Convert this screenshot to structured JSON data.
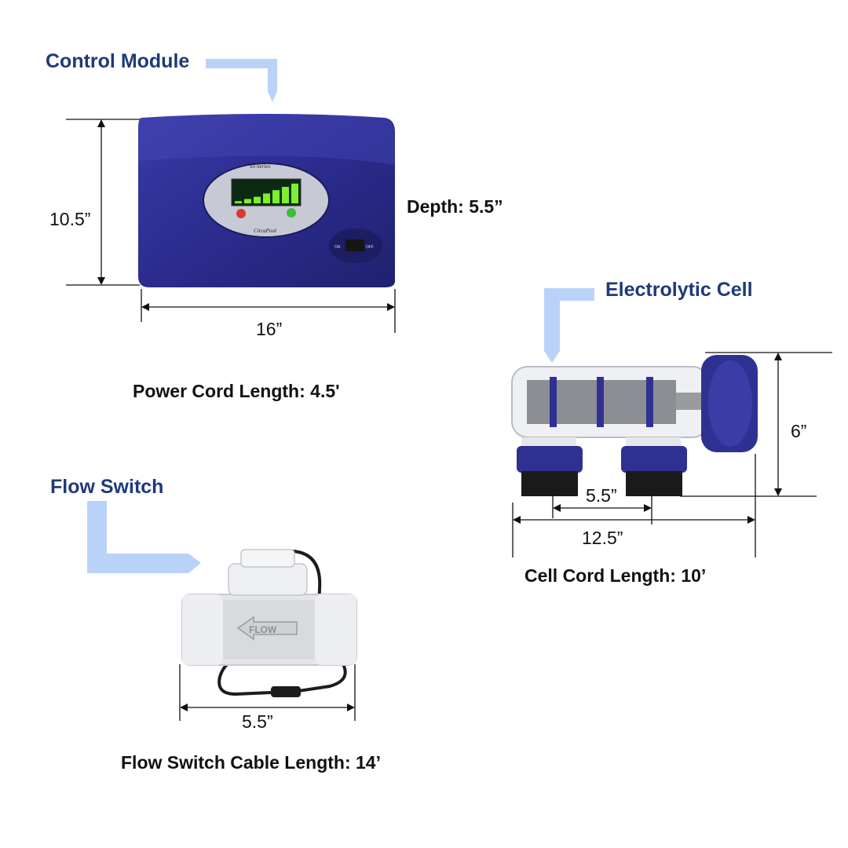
{
  "control_module": {
    "title": "Control Module",
    "height_label": "10.5”",
    "width_label": "16”",
    "depth_label": "Depth: 5.5”",
    "cord_label": "Power Cord Length: 4.5'",
    "display": {
      "series_text": "SJ-Series",
      "brand": "CircuPool",
      "on_text": "ON",
      "off_text": "OFF"
    },
    "bar_levels": [
      0.1,
      0.2,
      0.3,
      0.45,
      0.6,
      0.75,
      0.9
    ],
    "colors": {
      "body": "#2b2c8e",
      "title": "#1f3a78",
      "arrow": "#b9d3f8"
    }
  },
  "electrolytic_cell": {
    "title": "Electrolytic Cell",
    "height_label": "6”",
    "port_spacing_label": "5.5”",
    "length_label": "12.5”",
    "cord_label": "Cell Cord Length: 10’"
  },
  "flow_switch": {
    "title": "Flow Switch",
    "width_label": "5.5”",
    "cable_label": "Flow Switch Cable Length: 14’",
    "body_text": "FLOW"
  }
}
